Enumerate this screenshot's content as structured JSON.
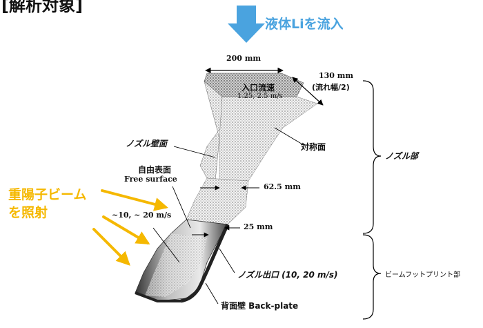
{
  "header": {
    "title_fragment": "[解析対象]"
  },
  "inflow": {
    "label": "液体Liを流入",
    "color": "#4aa3df"
  },
  "dimensions": {
    "width": "200 mm",
    "depth_line1": "130 mm",
    "depth_line2": "(流れ幅/2)",
    "throat": "62.5 mm",
    "exit": "25 mm"
  },
  "inlet": {
    "title": "入口流速",
    "speed": "1.25, 2.5 m/s"
  },
  "labels": {
    "nozzle_wall": "ノズル壁面",
    "symmetry": "対称面",
    "free_surface_jp": "自由表面",
    "free_surface_en": "Free surface",
    "speed_range": "~10, ~ 20 m/s",
    "nozzle_exit": "ノズル出口 (10, 20 m/s)",
    "back_plate": "背面壁 Back-plate",
    "nozzle_section": "ノズル部",
    "footprint_section": "ビームフットプリント部"
  },
  "beam": {
    "line1": "重陽子ビーム",
    "line2": "を照射",
    "color": "#f5b800"
  }
}
